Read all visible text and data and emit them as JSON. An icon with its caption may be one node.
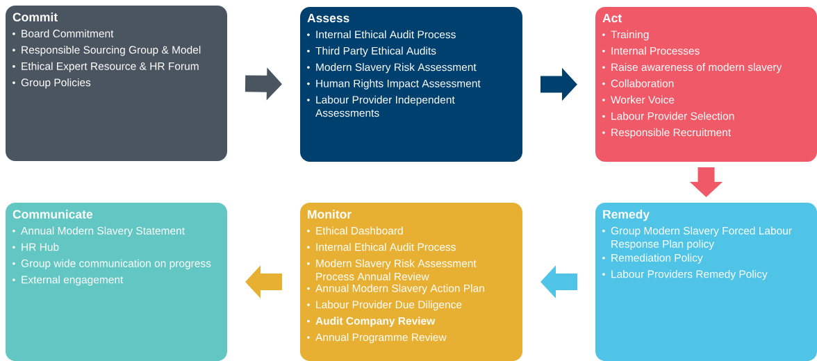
{
  "diagram": {
    "nodes": [
      {
        "text": [
          "Commit",
          "Board Commitment",
          "Responsible Sourcing Group & Model",
          "Ethical Expert Resource & HR Forum",
          "Group Policies"
        ]
      },
      {
        "text": [
          "Assess",
          "Internal Ethical Audit Process",
          "Third Party Ethical Audits",
          "Modern Slavery Risk Assessment",
          "Human Rights Impact Assessment",
          "Labour Provider Independent Assessments"
        ]
      },
      {
        "text": [
          "Act",
          "Training",
          "Internal Processes",
          "Raise awareness of modern slavery",
          "Collaboration",
          "Worker Voice",
          "Labour Provider Selection",
          "Responsible Recruitment"
        ]
      },
      {
        "text": [
          "Communicate",
          "Annual Modern Slavery Statement",
          "HR Hub",
          "Group wide communication on progress",
          "External engagement"
        ]
      },
      {
        "text": [
          "Monitor",
          "Ethical Dashboard",
          "Internal Ethical Audit Process",
          "Modern Slavery Risk Assessment Process Annual Review",
          "Annual Modern Slavery Action Plan",
          "Labour Provider Due Diligence",
          "**Audit Company Review**",
          "Annual Programme Review"
        ]
      },
      {
        "text": [
          "Remedy",
          "Group Modern Slavery Forced Labour Response Plan policy",
          "Remediation Policy",
          "Labour Providers Remedy Policy"
        ]
      }
    ],
    "edges": [
      {
        "from": 0,
        "to": 1,
        "arrow": "to",
        "color": "#4a5560"
      },
      {
        "from": 1,
        "to": 2,
        "arrow": "to",
        "color": "#00406e"
      },
      {
        "from": 2,
        "to": 5,
        "arrow": "to",
        "color": "#f05a68"
      },
      {
        "from": 5,
        "to": 4,
        "arrow": "to",
        "color": "#4fc4e6"
      },
      {
        "from": 4,
        "to": 3,
        "arrow": "to",
        "color": "#e8b033"
      }
    ]
  }
}
